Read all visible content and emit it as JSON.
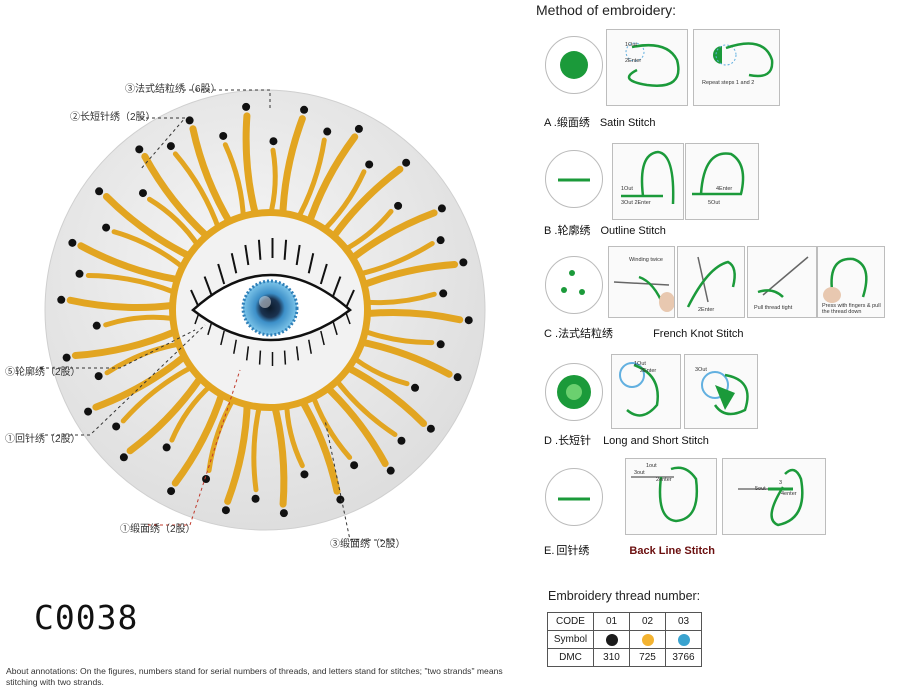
{
  "method_title": "Method of embroidery:",
  "stitches": [
    {
      "letter": "A .",
      "cn": "缎面绣",
      "en": "Satin Stitch",
      "photo_texts": [
        "1Out",
        "2Enter",
        "Repeat steps 1 and 2"
      ]
    },
    {
      "letter": "B .",
      "cn": "轮廓绣",
      "en": "Outline Stitch",
      "photo_texts": [
        "1Out",
        "3Out 2Enter",
        "4Enter",
        "5Out"
      ]
    },
    {
      "letter": "C .",
      "cn": "法式结粒绣",
      "en": "French Knot Stitch",
      "photo_texts": [
        "Winding twice",
        "2Enter",
        "Pull thread tight",
        "Press with fingers & pull the thread down"
      ]
    },
    {
      "letter": "D .",
      "cn": "长短针",
      "en": "Long and Short Stitch",
      "photo_texts": [
        "1Out",
        "2Enter",
        "3Out"
      ]
    },
    {
      "letter": "E.",
      "cn": "回针绣",
      "en": "Back Line Stitch",
      "photo_texts": [
        "1out",
        "3out",
        "2enter",
        "5out",
        "3",
        "4enter"
      ]
    }
  ],
  "annotations": [
    "③法式结粒绣（6股）",
    "②长短针绣（2股）",
    "⑤轮廓绣（2股）",
    "①回针绣（2股）",
    "①缎面绣（2股）",
    "③缎面绣（2股）"
  ],
  "product_code": "C0038",
  "note": "About annotations: On the figures, numbers stand for serial numbers of threads, and letters stand for stitches; \"two strands\" means stitching with two strands.",
  "thread_table": {
    "title": "Embroidery thread number:",
    "row_labels": [
      "CODE",
      "Symbol",
      "DMC"
    ],
    "codes": [
      "01",
      "02",
      "03"
    ],
    "symbol_colors": [
      "#1b1b1b",
      "#f3b331",
      "#3aa3cf"
    ],
    "dmc": [
      "310",
      "725",
      "3766"
    ]
  },
  "colors": {
    "gold_thread": "#e2a521",
    "green_thread": "#1b9a3a",
    "eye_blue": "#3c8fc8",
    "bead_black": "#111111"
  }
}
